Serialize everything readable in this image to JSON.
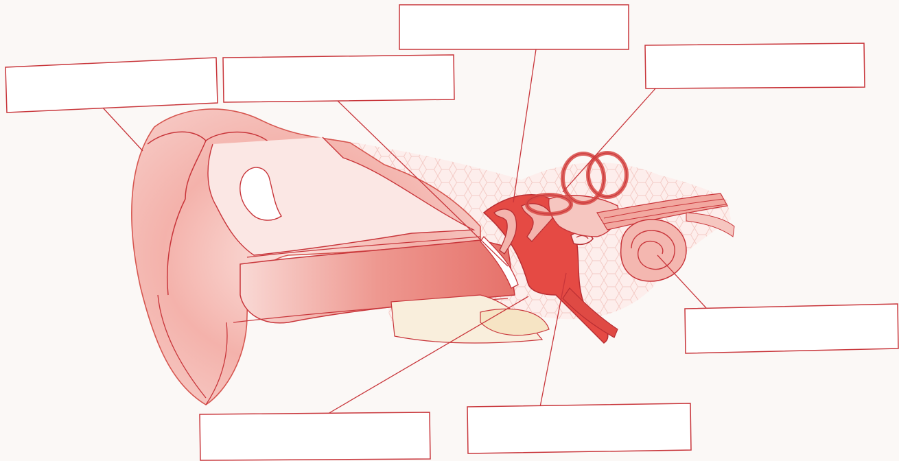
{
  "diagram": {
    "colors": {
      "background": "#fbf8f6",
      "line": "#c8353a",
      "tissue_light": "#f7c9c4",
      "tissue_mid": "#ef9890",
      "tissue_dark": "#e24a45",
      "bone": "#f6e7c7"
    },
    "label_boxes": [
      {
        "id": "box-top-left",
        "text": ""
      },
      {
        "id": "box-top-center-left",
        "text": ""
      },
      {
        "id": "box-top-center",
        "text": ""
      },
      {
        "id": "box-top-right",
        "text": ""
      },
      {
        "id": "box-right",
        "text": ""
      },
      {
        "id": "box-bottom-left",
        "text": ""
      },
      {
        "id": "box-bottom-center",
        "text": ""
      }
    ]
  }
}
